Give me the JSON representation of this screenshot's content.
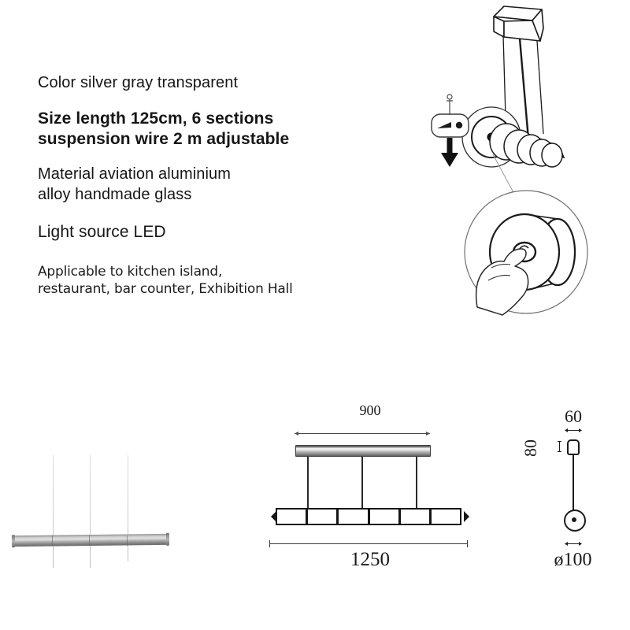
{
  "specs": {
    "color": "Color silver gray transparent",
    "size_line1": "Size length 125cm, 6 sections",
    "size_line2": "suspension wire 2 m adjustable",
    "material_line1": "Material aviation aluminium",
    "material_line2": "alloy handmade glass",
    "light_source": "Light source LED",
    "applicable_line1": "Applicable to kitchen island,",
    "applicable_line2": "restaurant, bar counter, Exhibition Hall"
  },
  "elevation": {
    "canopy_dimension": "900",
    "total_length_dimension": "1250",
    "section_count": 6,
    "rod_count": 3
  },
  "sideview": {
    "width_dimension": "60",
    "height_dimension": "80",
    "diameter_dimension": "ø100"
  },
  "icons": {
    "product_photo": "linear-pendant-lamp-photo",
    "front_elevation": "front-elevation-drawing",
    "side_elevation": "side-elevation-drawing",
    "installation": "ceiling-installation-diagram",
    "wire_adjuster": "wire-gripper-tool-icon",
    "detail_circle": "hand-adjusting-glass-detail"
  },
  "colors": {
    "background": "#ffffff",
    "text": "#161616",
    "line": "#1b1b1b",
    "metal_light": "#e2e2e2",
    "metal_dark": "#6a6a6a"
  }
}
